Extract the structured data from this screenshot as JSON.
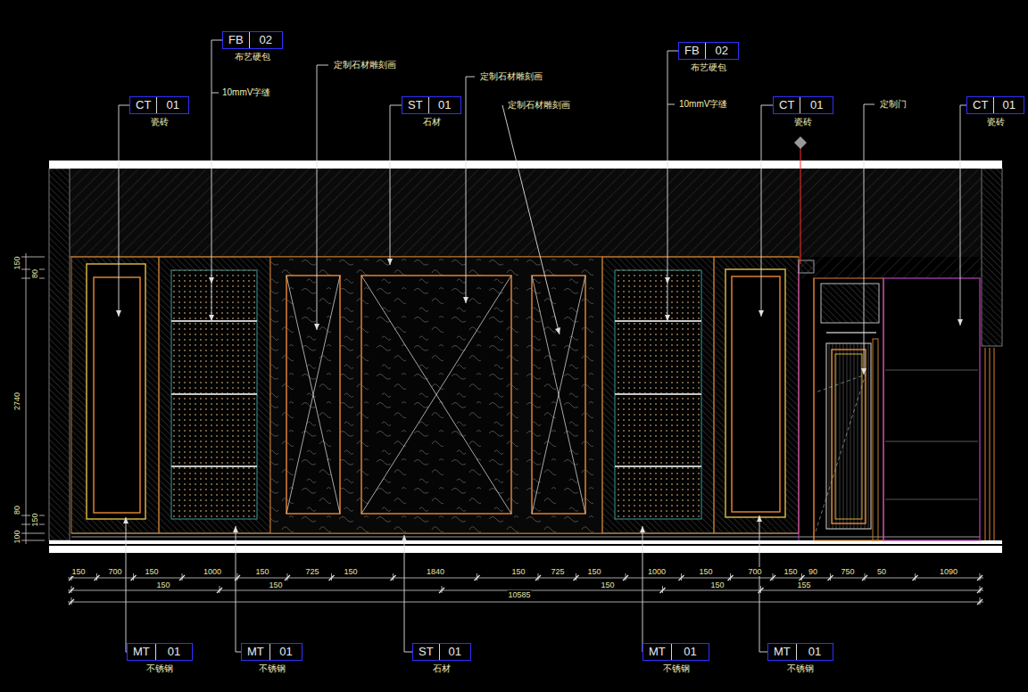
{
  "diagram": {
    "nodes": [
      {
        "text": [
          "FB",
          "02",
          "布艺硬包"
        ]
      },
      {
        "text": [
          "FB",
          "02",
          "布艺硬包"
        ]
      },
      {
        "text": [
          "CT",
          "01",
          "瓷砖"
        ]
      },
      {
        "text": [
          "ST",
          "01",
          "石材"
        ]
      },
      {
        "text": [
          "CT",
          "01",
          "瓷砖"
        ]
      },
      {
        "text": [
          "CT",
          "01",
          "瓷砖"
        ]
      },
      {
        "text": [
          "MT",
          "01",
          "不锈钢"
        ]
      },
      {
        "text": [
          "MT",
          "01",
          "不锈钢"
        ]
      },
      {
        "text": [
          "ST",
          "01",
          "石材"
        ]
      },
      {
        "text": [
          "MT",
          "01",
          "不锈钢"
        ]
      },
      {
        "text": [
          "MT",
          "01",
          "不锈钢"
        ]
      }
    ],
    "labels": [
      "10mmV字缝",
      "定制石材雕刻画",
      "定制石材雕刻画",
      "定制石材雕刻画",
      "10mmV字缝",
      "定制门",
      "150",
      "80",
      "2740",
      "80",
      "150",
      "100",
      "150",
      "700",
      "150",
      "1000",
      "150",
      "725",
      "150",
      "1840",
      "150",
      "725",
      "150",
      "1000",
      "150",
      "700",
      "150",
      "90",
      "750",
      "50",
      "1090",
      "150",
      "150",
      "150",
      "150",
      "155",
      "10585"
    ]
  }
}
